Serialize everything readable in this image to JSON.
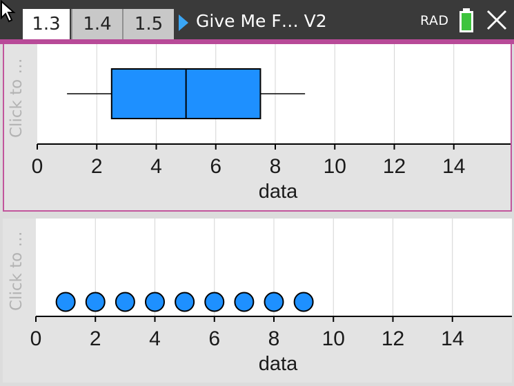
{
  "tabs": [
    {
      "label": "1.3",
      "active": true
    },
    {
      "label": "1.4",
      "active": false
    },
    {
      "label": "1.5",
      "active": false
    }
  ],
  "document_title": "Give Me F… V2",
  "angle_mode": "RAD",
  "battery_color": "#3ec43e",
  "accent_color": "#b84a98",
  "box_color": "#1e90ff",
  "side_label": "Click to …",
  "panels": [
    {
      "chart_data": {
        "type": "boxplot",
        "x_label": "data",
        "xlim": [
          0,
          16
        ],
        "ticks": [
          0,
          2,
          4,
          6,
          8,
          10,
          12,
          14
        ],
        "min": 1,
        "q1": 2.5,
        "median": 5,
        "q3": 7.5,
        "max": 9,
        "grid": true
      }
    },
    {
      "chart_data": {
        "type": "dotplot",
        "x_label": "data",
        "xlim": [
          0,
          16
        ],
        "ticks": [
          0,
          2,
          4,
          6,
          8,
          10,
          12,
          14
        ],
        "values": [
          1,
          2,
          3,
          4,
          5,
          6,
          7,
          8,
          9
        ],
        "grid": true
      }
    }
  ]
}
